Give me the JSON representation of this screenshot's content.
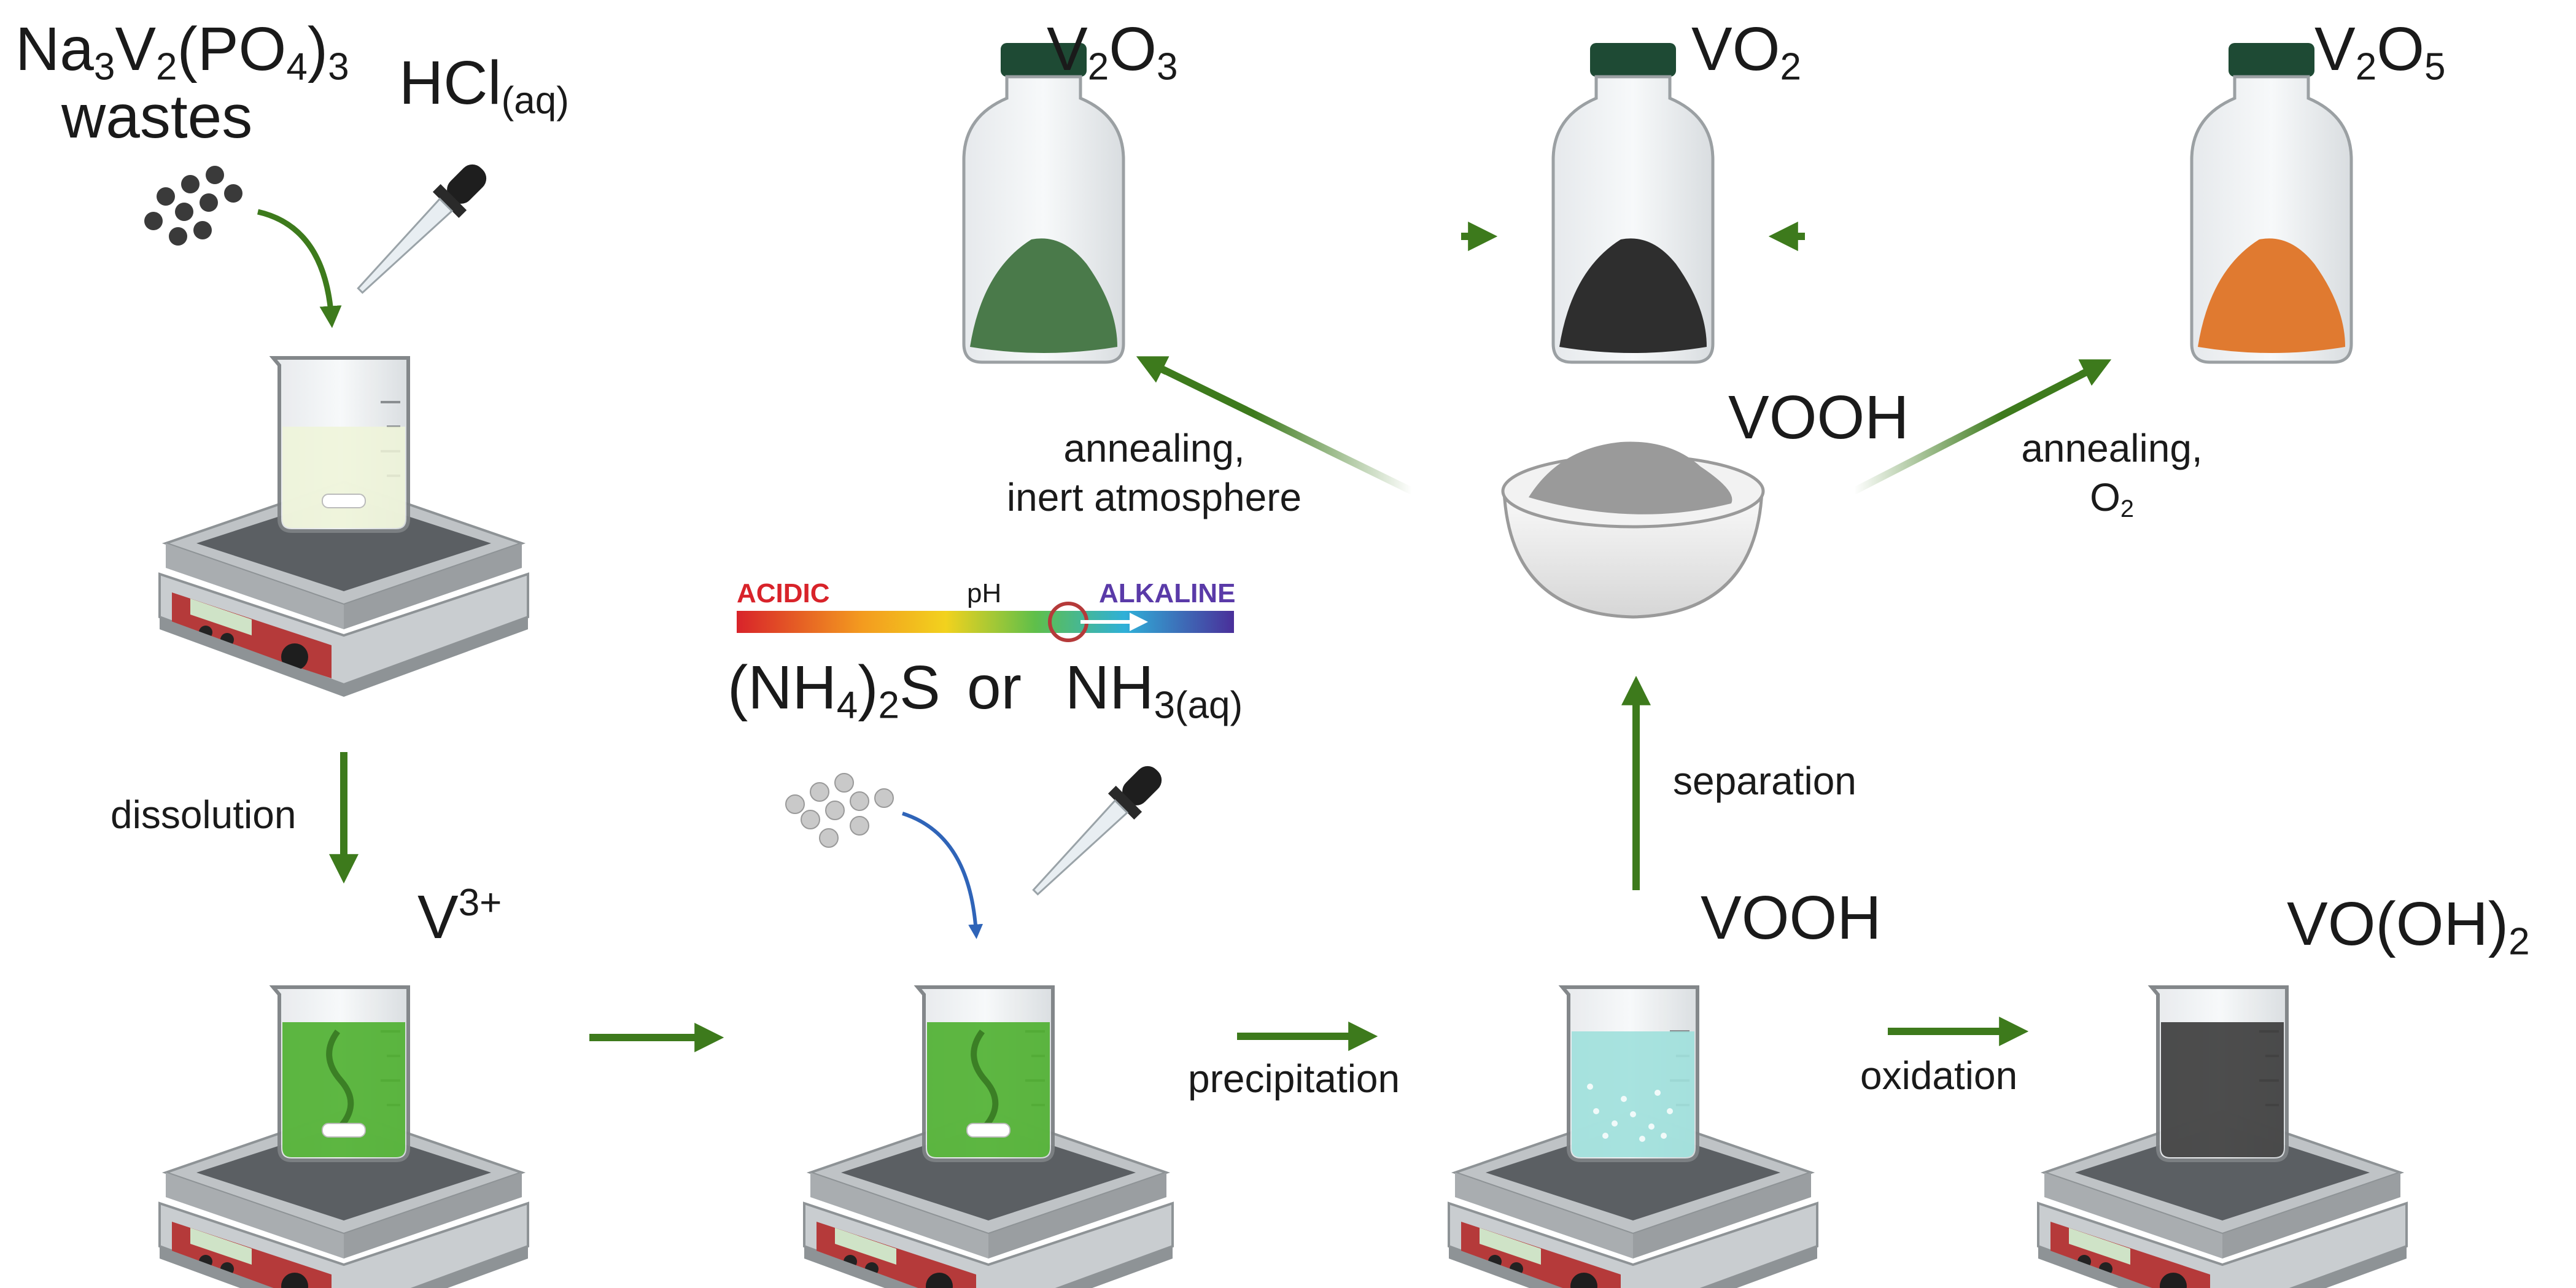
{
  "labels": {
    "waste_main": "Na",
    "waste_s1": "3",
    "waste_v": "V",
    "waste_s2": "2",
    "waste_po": "(PO",
    "waste_s3": "4",
    "waste_close": ")",
    "waste_s4": "3",
    "waste_line2": "wastes",
    "hcl": "HCl",
    "hcl_sub": "(aq)",
    "v3": "V",
    "v3_sup": "3+",
    "dissolution": "dissolution",
    "precipitation": "precipitation",
    "oxidation": "oxidation",
    "separation": "separation",
    "vooh_beaker": "VOOH",
    "voh2": "VO(OH)",
    "voh2_sub": "2",
    "vooh_bowl": "VOOH",
    "v2o3_a": "V",
    "v2o3_s1": "2",
    "v2o3_b": "O",
    "v2o3_s2": "3",
    "vo2_a": "VO",
    "vo2_s": "2",
    "v2o5_a": "V",
    "v2o5_s1": "2",
    "v2o5_b": "O",
    "v2o5_s2": "5",
    "anneal_inert_1": "annealing,",
    "anneal_inert_2": "inert atmosphere",
    "anneal_o2_1": "annealing,",
    "anneal_o2_2": "O",
    "anneal_o2_sub": "2",
    "reagent_a": "(NH",
    "reagent_a_s1": "4",
    "reagent_a_close": ")",
    "reagent_a_s2": "2",
    "reagent_a_end": "S",
    "reagent_or": "or",
    "reagent_b": "NH",
    "reagent_b_sub": "3(aq)"
  },
  "ph_scale": {
    "acidic": "ACIDIC",
    "ph": "pH",
    "alkaline": "ALKALINE"
  },
  "colors": {
    "arrow_green": "#3d7a1c",
    "acidic_red": "#d8232a",
    "alkaline_purple": "#5a3aa8",
    "v3_solution": "#4caf2e",
    "vooh_solution": "#9fe0dc",
    "voh2_solution": "#3a3a3a",
    "v2o3_powder": "#4a7a4a",
    "vo2_powder": "#2e2e2e",
    "v2o5_powder": "#e07a30",
    "stirrer_panel": "#b53a3a"
  }
}
